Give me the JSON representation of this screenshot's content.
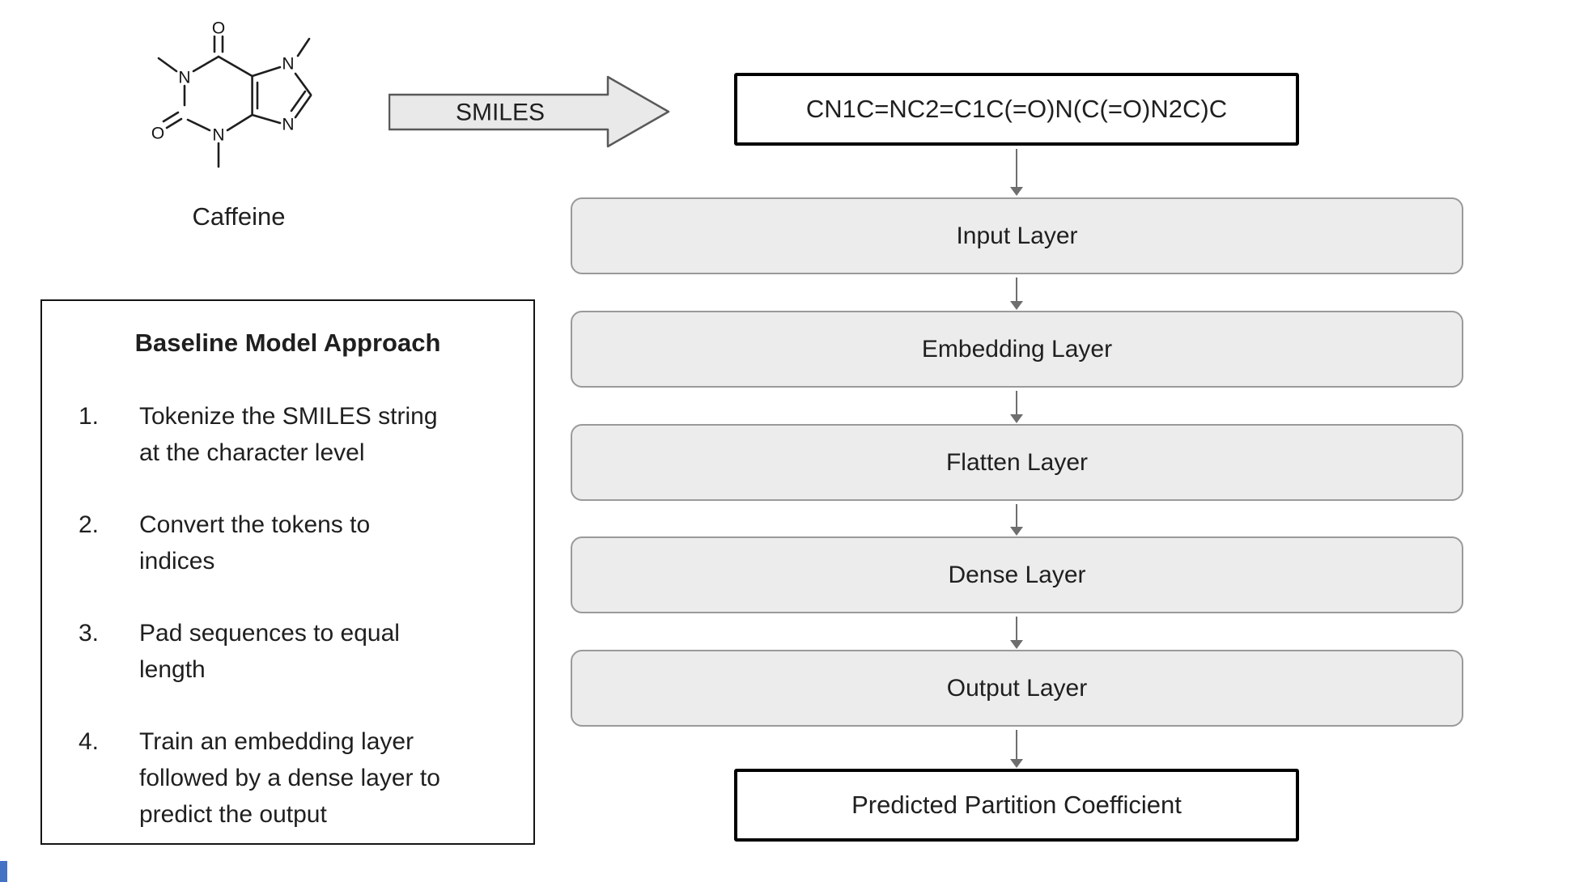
{
  "molecule": {
    "label": "Caffeine",
    "atoms": [
      "O",
      "N",
      "O",
      "N",
      "N",
      "N"
    ]
  },
  "smiles_arrow": {
    "label": "SMILES"
  },
  "smiles_box": {
    "text": "CN1C=NC2=C1C(=O)N(C(=O)N2C)C"
  },
  "flow": {
    "layers": [
      {
        "label": "Input Layer"
      },
      {
        "label": "Embedding Layer"
      },
      {
        "label": "Flatten Layer"
      },
      {
        "label": "Dense Layer"
      },
      {
        "label": "Output Layer"
      }
    ],
    "output_box": {
      "label": "Predicted Partition Coefficient"
    }
  },
  "approach_panel": {
    "title": "Baseline Model Approach",
    "steps": [
      {
        "number": "1.",
        "text": "Tokenize the SMILES string\nat the character level"
      },
      {
        "number": "2.",
        "text": "Convert the tokens to\nindices"
      },
      {
        "number": "3.",
        "text": "Pad sequences to equal\nlength"
      },
      {
        "number": "4.",
        "text": "Train an embedding layer\nfollowed by a dense layer to\npredict the output"
      }
    ]
  },
  "colors": {
    "layer_fill": "#ececec",
    "layer_border": "#9a9a9a",
    "arrow_gray": "#6e6e6e",
    "box_border": "#000000",
    "accent_blue": "#4472c4"
  }
}
